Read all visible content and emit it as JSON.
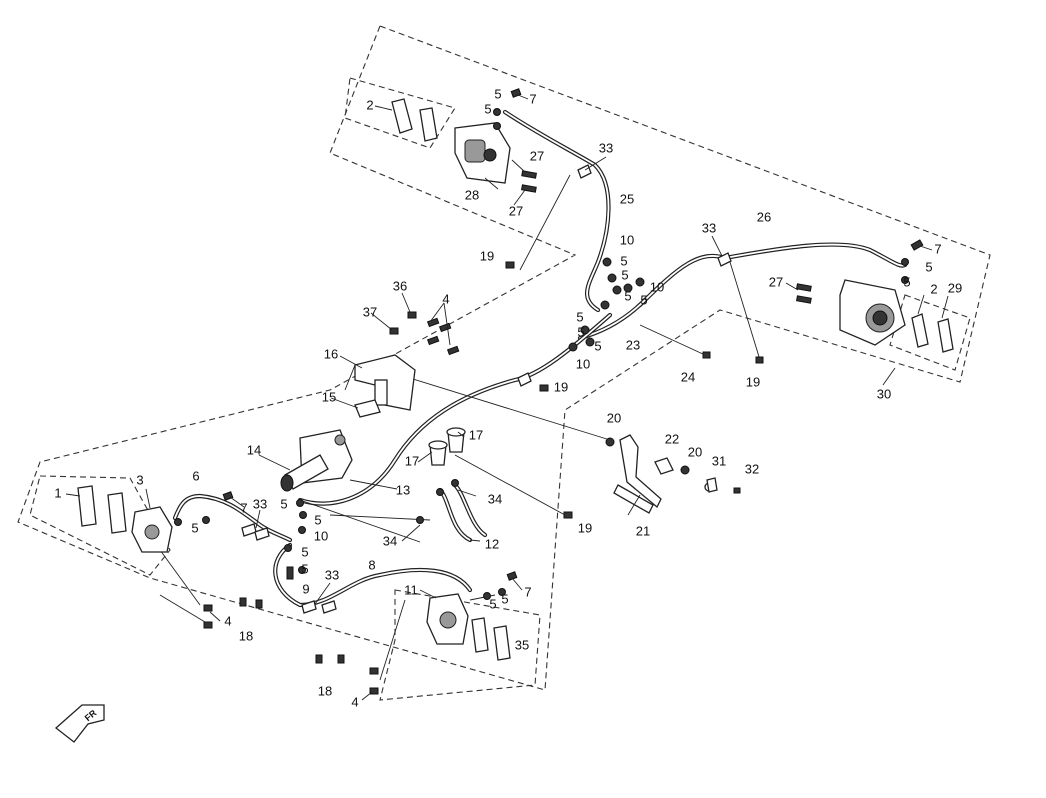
{
  "callouts": [
    {
      "text": "1"
    },
    {
      "text": "2"
    },
    {
      "text": "2"
    },
    {
      "text": "3"
    },
    {
      "text": "4"
    },
    {
      "text": "4"
    },
    {
      "text": "4"
    },
    {
      "text": "5"
    },
    {
      "text": "5"
    },
    {
      "text": "5"
    },
    {
      "text": "5"
    },
    {
      "text": "5"
    },
    {
      "text": "5"
    },
    {
      "text": "5"
    },
    {
      "text": "5"
    },
    {
      "text": "5"
    },
    {
      "text": "5"
    },
    {
      "text": "5"
    },
    {
      "text": "5"
    },
    {
      "text": "5"
    },
    {
      "text": "5"
    },
    {
      "text": "5"
    },
    {
      "text": "5"
    },
    {
      "text": "5"
    },
    {
      "text": "5"
    },
    {
      "text": "6"
    },
    {
      "text": "7"
    },
    {
      "text": "7"
    },
    {
      "text": "7"
    },
    {
      "text": "7"
    },
    {
      "text": "8"
    },
    {
      "text": "9"
    },
    {
      "text": "10"
    },
    {
      "text": "10"
    },
    {
      "text": "10"
    },
    {
      "text": "10"
    },
    {
      "text": "11"
    },
    {
      "text": "12"
    },
    {
      "text": "13"
    },
    {
      "text": "14"
    },
    {
      "text": "15"
    },
    {
      "text": "16"
    },
    {
      "text": "17"
    },
    {
      "text": "17"
    },
    {
      "text": "18"
    },
    {
      "text": "18"
    },
    {
      "text": "19"
    },
    {
      "text": "19"
    },
    {
      "text": "19"
    },
    {
      "text": "19"
    },
    {
      "text": "20"
    },
    {
      "text": "20"
    },
    {
      "text": "21"
    },
    {
      "text": "22"
    },
    {
      "text": "23"
    },
    {
      "text": "24"
    },
    {
      "text": "25"
    },
    {
      "text": "26"
    },
    {
      "text": "27"
    },
    {
      "text": "27"
    },
    {
      "text": "27"
    },
    {
      "text": "28"
    },
    {
      "text": "29"
    },
    {
      "text": "30"
    },
    {
      "text": "31"
    },
    {
      "text": "32"
    },
    {
      "text": "33"
    },
    {
      "text": "33"
    },
    {
      "text": "33"
    },
    {
      "text": "33"
    },
    {
      "text": "34"
    },
    {
      "text": "34"
    },
    {
      "text": "35"
    },
    {
      "text": "36"
    },
    {
      "text": "37"
    }
  ],
  "orientation_badge": {
    "text": "FR",
    "icon": "front-direction-arrow-icon"
  }
}
